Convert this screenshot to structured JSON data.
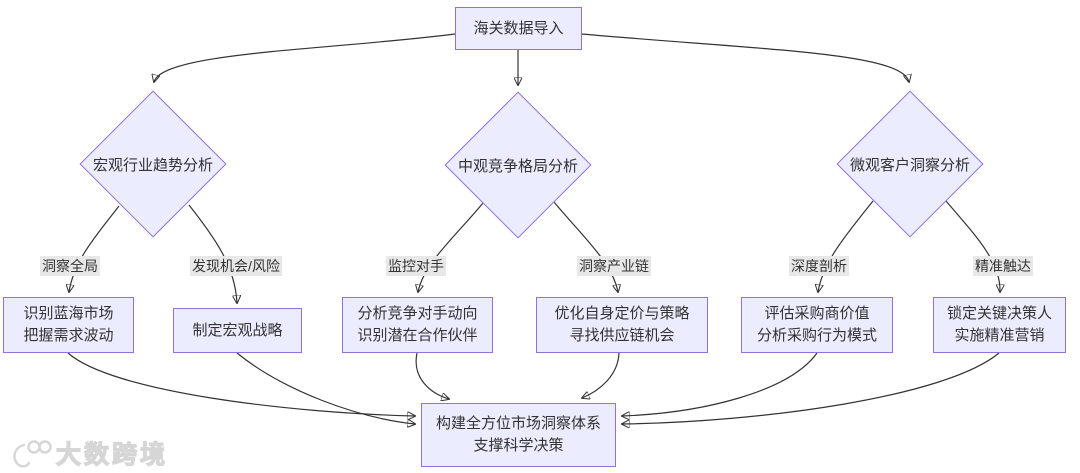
{
  "diagram": {
    "colors": {
      "node_fill": "#ECECFF",
      "node_border": "#9370DB",
      "edge_color": "#333333",
      "edge_label_bg": "#e8e8e8",
      "text": "#333333",
      "background": "#ffffff"
    },
    "nodes": {
      "root": {
        "label": "海关数据导入"
      },
      "macro": {
        "label": "宏观行业趋势分析"
      },
      "meso": {
        "label": "中观竞争格局分析"
      },
      "micro": {
        "label": "微观客户洞察分析"
      },
      "box1": {
        "line1": "识别蓝海市场",
        "line2": "把握需求波动"
      },
      "box2": {
        "line1": "制定宏观战略"
      },
      "box3": {
        "line1": "分析竞争对手动向",
        "line2": "识别潜在合作伙伴"
      },
      "box4": {
        "line1": "优化自身定价与策略",
        "line2": "寻找供应链机会"
      },
      "box5": {
        "line1": "评估采购商价值",
        "line2": "分析采购行为模式"
      },
      "box6": {
        "line1": "锁定关键决策人",
        "line2": "实施精准营销"
      },
      "final": {
        "line1": "构建全方位市场洞察体系",
        "line2": "支撑科学决策"
      }
    },
    "edge_labels": {
      "e1": "洞察全局",
      "e2": "发现机会/风险",
      "e3": "监控对手",
      "e4": "洞察产业链",
      "e5": "深度剖析",
      "e6": "精准触达"
    }
  },
  "watermark": {
    "text": "大数跨境"
  }
}
